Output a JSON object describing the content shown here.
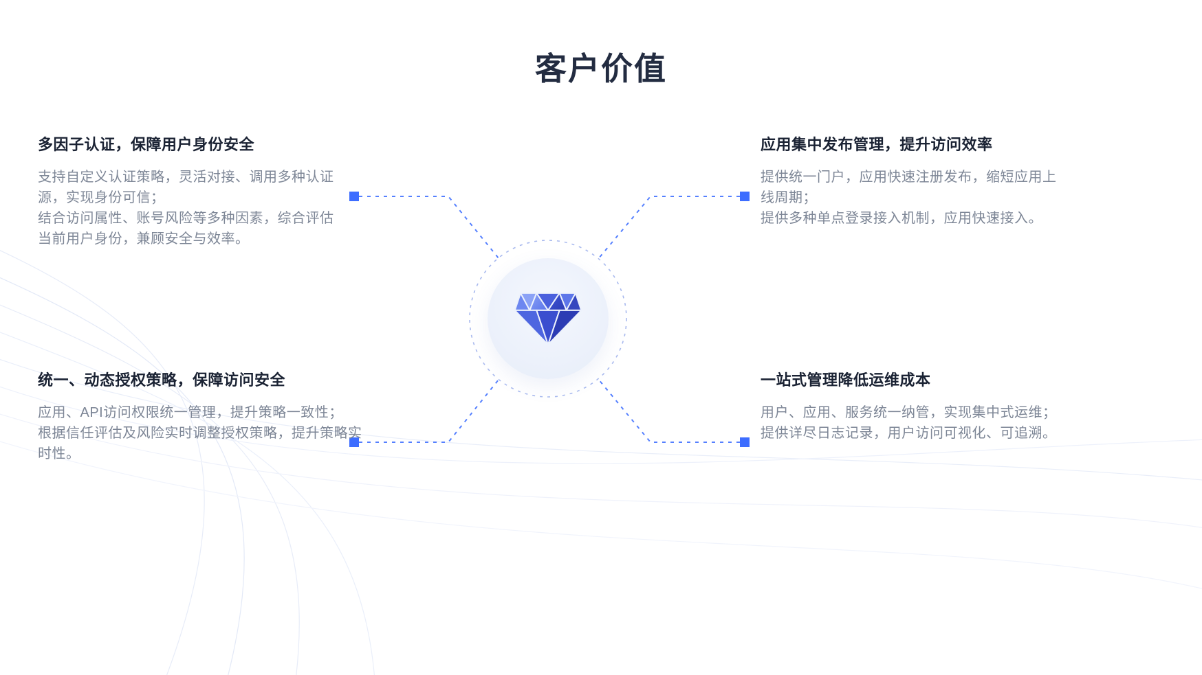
{
  "page": {
    "title": "客户价值"
  },
  "center": {
    "icon": "diamond-icon"
  },
  "quadrants": {
    "top_left": {
      "heading": "多因子认证，保障用户身份安全",
      "body": "支持自定义认证策略，灵活对接、调用多种认证源，实现身份可信；\n结合访问属性、账号风险等多种因素，综合评估当前用户身份，兼顾安全与效率。"
    },
    "top_right": {
      "heading": "应用集中发布管理，提升访问效率",
      "body": "提供统一门户，应用快速注册发布，缩短应用上线周期；\n提供多种单点登录接入机制，应用快速接入。"
    },
    "bottom_left": {
      "heading": "统一、动态授权策略，保障访问安全",
      "body": "应用、API访问权限统一管理，提升策略一致性；\n根据信任评估及风险实时调整授权策略，提升策略实时性。"
    },
    "bottom_right": {
      "heading": "一站式管理降低运维成本",
      "body": "用户、应用、服务统一纳管，实现集中式运维；\n提供详尽日志记录，用户访问可视化、可追溯。"
    }
  },
  "colors": {
    "accent": "#3D6DFF",
    "connector_line": "#5580FF",
    "dashed_ring": "#A8B9EE",
    "heading_text": "#1A2233",
    "body_text": "#7D8696",
    "title_text": "#232C41",
    "circle_fill": "#EDF2FC"
  }
}
